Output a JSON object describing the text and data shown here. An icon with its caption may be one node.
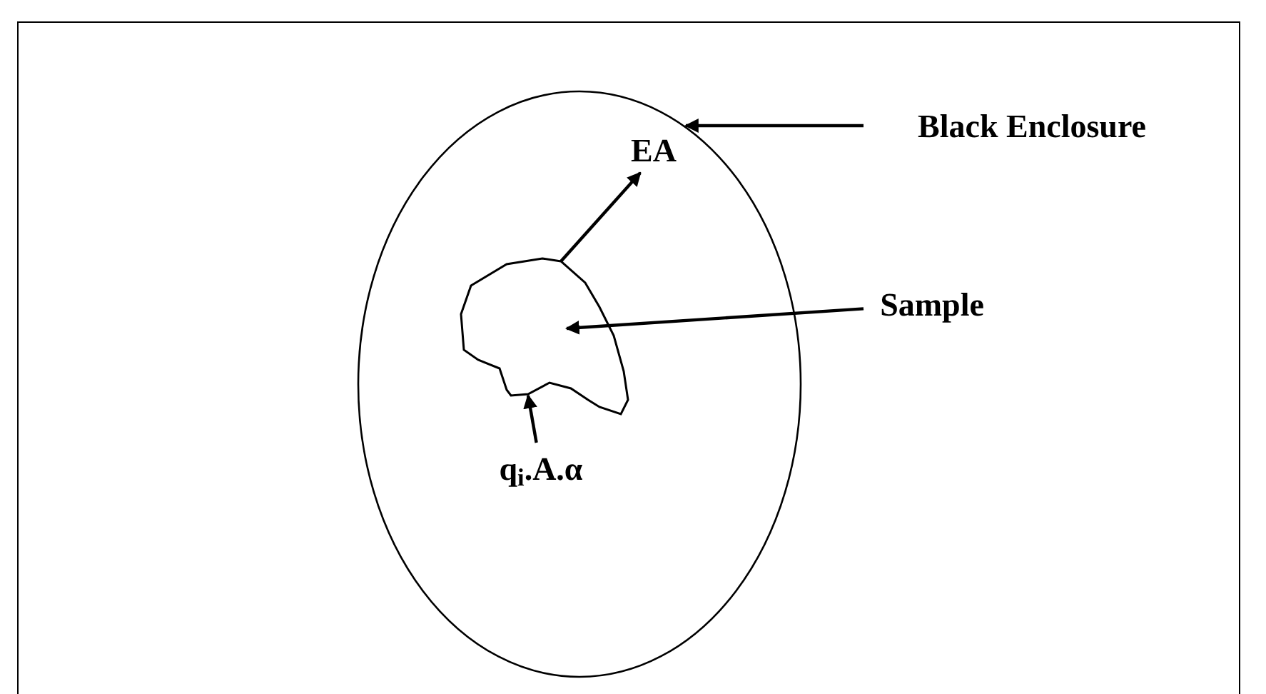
{
  "diagram": {
    "nodes": [
      {
        "text": [],
        "shape": "circle"
      },
      {
        "text": [
          "EA"
        ],
        "in": 0
      },
      {
        "text": [],
        "shape": "blob",
        "in": 0
      },
      {
        "text": [
          "q$_{i}$.A.α"
        ],
        "in": 0
      },
      {
        "text": [
          "Black Enclosure"
        ]
      },
      {
        "text": [
          "Sample"
        ]
      }
    ],
    "edges": [
      {
        "from": 4,
        "to": 0,
        "arrow": "to"
      },
      {
        "from": 2,
        "to": 1,
        "arrow": "to"
      },
      {
        "from": 5,
        "to": 2,
        "arrow": "to"
      },
      {
        "from": 3,
        "to": 2,
        "arrow": "to"
      }
    ]
  }
}
